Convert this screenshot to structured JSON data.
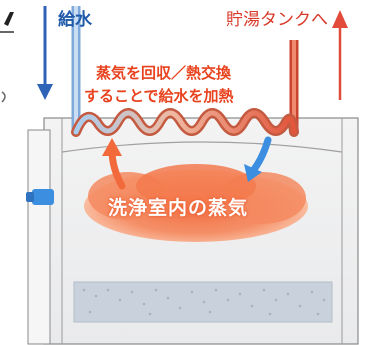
{
  "labels": {
    "water_feed": "給水",
    "to_tank": "貯湯タンクへ",
    "caption_line1": "蒸気を回収／熱交換",
    "caption_line2": "することで給水を加熱",
    "steam": "洗浄室内の蒸気"
  },
  "colors": {
    "feed_arrow": "#2f63b8",
    "pipe_blue": "#9fc4ea",
    "pipe_red": "#e2553b",
    "tank_arrow": "#e24a3a",
    "caption": "#e8431e",
    "steam_cloud": "#f4946a",
    "nozzle": "#3c8ee0"
  }
}
